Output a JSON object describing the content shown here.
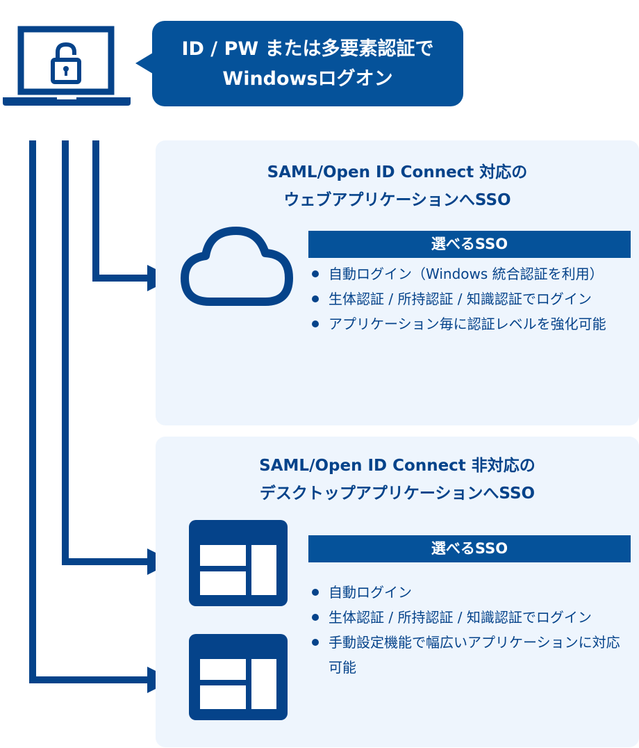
{
  "header": {
    "bubble_line1": "ID / PW または多要素認証で",
    "bubble_line2": "Windowsログオン",
    "device_icon": "laptop-lock-icon"
  },
  "sections": [
    {
      "title_line1": "SAML/Open ID Connect 対応の",
      "title_line2": "ウェブアプリケーションへSSO",
      "icon": "cloud-icon",
      "sso_header": "選べるSSO",
      "features": [
        "自動ログイン（Windows 統合認証を利用）",
        "生体認証 / 所持認証 / 知識認証でログイン",
        "アプリケーション毎に認証レベルを強化可能"
      ]
    },
    {
      "title_line1": "SAML/Open ID Connect 非対応の",
      "title_line2": "デスクトップアプリケーションへSSO",
      "icon": "app-window-icon",
      "sso_header": "選べるSSO",
      "features": [
        "自動ログイン",
        "生体認証 / 所持認証 / 知識認証でログイン",
        "手動設定機能で幅広いアプリケーションに対応可能"
      ]
    }
  ],
  "colors": {
    "primary": "#05529a",
    "text": "#05438a",
    "panel_bg": "#eef5fd",
    "line": "#05438a"
  }
}
